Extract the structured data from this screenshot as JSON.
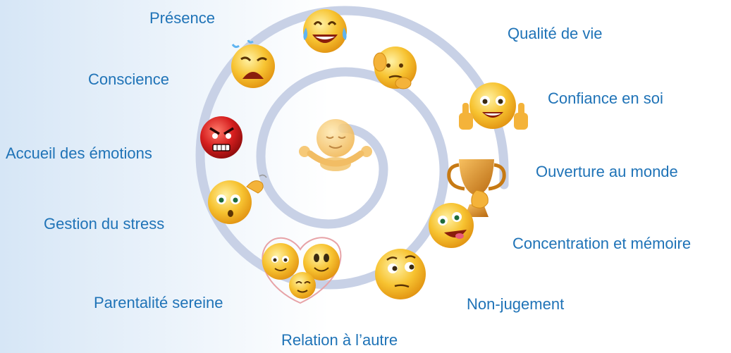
{
  "labels": {
    "presence": "Présence",
    "qualite_de_vie": "Qualité de vie",
    "conscience": "Conscience",
    "confiance_en_soi": "Confiance en soi",
    "accueil_des_emotions": "Accueil des émotions",
    "ouverture_au_monde": "Ouverture au monde",
    "gestion_du_stress": "Gestion du stress",
    "concentration_et_memoire": "Concentration et mémoire",
    "parentalite_sereine": "Parentalité sereine",
    "non_jugement": "Non-jugement",
    "relation_a_l_autre": "Relation à l’autre"
  },
  "colors": {
    "label_text": "#1f73b7",
    "spiral": "#c8d1e6",
    "emoji_yellow": "#f7c331",
    "emoji_orange": "#e69a1a",
    "angry_red": "#c81818",
    "trophy_gold": "#d98a1e"
  },
  "icons": [
    "laughing-tears-emoji-icon",
    "crying-emoji-icon",
    "worried-hands-emoji-icon",
    "thumbs-up-emoji-icon",
    "angry-red-emoji-icon",
    "meditating-emoji-icon",
    "trophy-icon",
    "confused-scratching-emoji-icon",
    "winking-tongue-emoji-icon",
    "family-emojis-icon",
    "skeptical-emoji-icon"
  ]
}
